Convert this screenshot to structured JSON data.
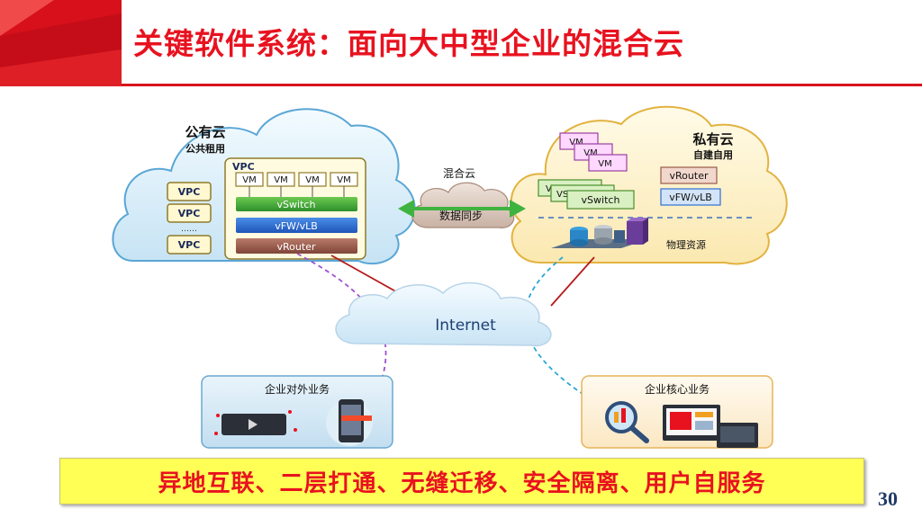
{
  "title": "关键软件系统：面向大中型企业的混合云",
  "public_cloud": {
    "title": "公有云",
    "subtitle": "公共租用",
    "vpc_list": [
      "VPC",
      "VPC",
      "VPC"
    ],
    "ellipsis": "……",
    "vpc": {
      "label": "VPC",
      "vms": [
        "VM",
        "VM",
        "VM",
        "VM"
      ],
      "vswitch": "vSwitch",
      "vfw": "vFW/vLB",
      "vrouter": "vRouter"
    }
  },
  "hybrid": {
    "label": "混合云",
    "sync": "数据同步"
  },
  "private_cloud": {
    "title": "私有云",
    "subtitle": "自建自用",
    "vms": [
      "VM",
      "VM",
      "VM"
    ],
    "vswitch_stack": [
      "VS",
      "VS",
      "vSwitch"
    ],
    "vrouter": "vRouter",
    "vfw": "vFW/vLB",
    "physical": "物理资源"
  },
  "internet": "Internet",
  "external_business": "企业对外业务",
  "core_business": "企业核心业务",
  "banner": "异地互联、二层打通、无缝迁移、安全隔离、用户自服务",
  "page_number": "30",
  "colors": {
    "accent_red": "#e8121f",
    "public_cloud_fill": "#d4ebf7",
    "private_cloud_fill": "#fdf0c4",
    "vswitch_green": "#3aaa35",
    "vfw_blue": "#2f6fd0",
    "vrouter_brown": "#9a5a4a"
  }
}
